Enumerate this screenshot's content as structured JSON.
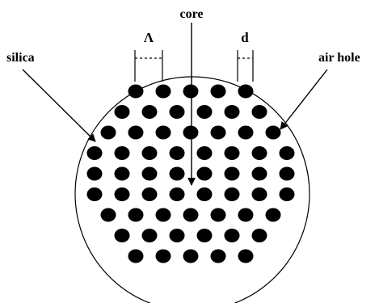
{
  "labels": {
    "core": "core",
    "lambda": "Λ",
    "d": "d",
    "silica": "silica",
    "air_hole": "air hole"
  },
  "colors": {
    "background": "#ffffff",
    "ink": "#000000"
  },
  "holes": {
    "rows": [
      5,
      6,
      7,
      8,
      8,
      8,
      7,
      6,
      5
    ]
  }
}
